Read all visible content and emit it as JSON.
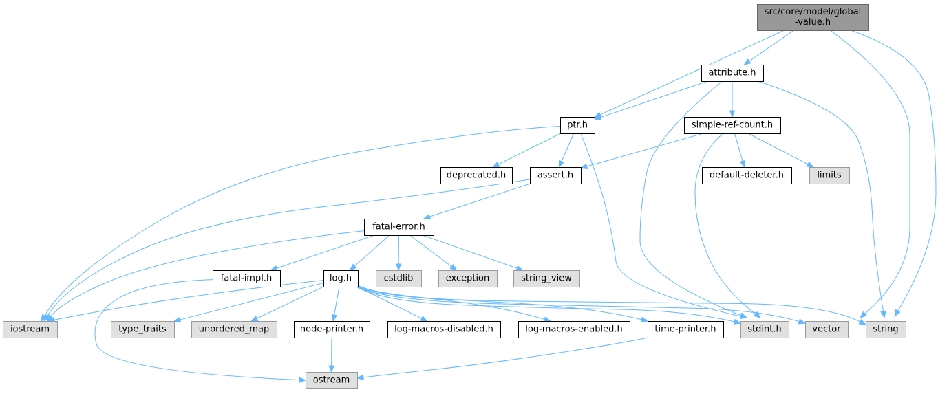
{
  "diagram": {
    "colors": {
      "edge": "#63b8ff",
      "root_fill": "#999999",
      "external_fill": "#e0e0e0",
      "node_fill": "#ffffff"
    },
    "nodes": [
      {
        "id": "global-value",
        "lines": [
          "src/core/model/global",
          "-value.h"
        ],
        "kind": "root"
      },
      {
        "id": "attribute",
        "lines": [
          "attribute.h"
        ],
        "kind": "normal"
      },
      {
        "id": "ptr",
        "lines": [
          "ptr.h"
        ],
        "kind": "normal"
      },
      {
        "id": "simple-ref-count",
        "lines": [
          "simple-ref-count.h"
        ],
        "kind": "normal"
      },
      {
        "id": "deprecated",
        "lines": [
          "deprecated.h"
        ],
        "kind": "normal"
      },
      {
        "id": "assert",
        "lines": [
          "assert.h"
        ],
        "kind": "normal"
      },
      {
        "id": "default-deleter",
        "lines": [
          "default-deleter.h"
        ],
        "kind": "normal"
      },
      {
        "id": "limits",
        "lines": [
          "limits"
        ],
        "kind": "external"
      },
      {
        "id": "fatal-error",
        "lines": [
          "fatal-error.h"
        ],
        "kind": "normal"
      },
      {
        "id": "fatal-impl",
        "lines": [
          "fatal-impl.h"
        ],
        "kind": "normal"
      },
      {
        "id": "log",
        "lines": [
          "log.h"
        ],
        "kind": "normal"
      },
      {
        "id": "cstdlib",
        "lines": [
          "cstdlib"
        ],
        "kind": "external"
      },
      {
        "id": "exception",
        "lines": [
          "exception"
        ],
        "kind": "external"
      },
      {
        "id": "string_view",
        "lines": [
          "string_view"
        ],
        "kind": "external"
      },
      {
        "id": "iostream",
        "lines": [
          "iostream"
        ],
        "kind": "external"
      },
      {
        "id": "type_traits",
        "lines": [
          "type_traits"
        ],
        "kind": "external"
      },
      {
        "id": "unordered_map",
        "lines": [
          "unordered_map"
        ],
        "kind": "external"
      },
      {
        "id": "node-printer",
        "lines": [
          "node-printer.h"
        ],
        "kind": "normal"
      },
      {
        "id": "log-macros-disabled",
        "lines": [
          "log-macros-disabled.h"
        ],
        "kind": "normal"
      },
      {
        "id": "log-macros-enabled",
        "lines": [
          "log-macros-enabled.h"
        ],
        "kind": "normal"
      },
      {
        "id": "time-printer",
        "lines": [
          "time-printer.h"
        ],
        "kind": "normal"
      },
      {
        "id": "stdint",
        "lines": [
          "stdint.h"
        ],
        "kind": "external"
      },
      {
        "id": "vector",
        "lines": [
          "vector"
        ],
        "kind": "external"
      },
      {
        "id": "string",
        "lines": [
          "string"
        ],
        "kind": "external"
      },
      {
        "id": "ostream",
        "lines": [
          "ostream"
        ],
        "kind": "external"
      }
    ],
    "edges": [
      [
        "global-value",
        "attribute"
      ],
      [
        "global-value",
        "ptr"
      ],
      [
        "global-value",
        "vector"
      ],
      [
        "global-value",
        "string"
      ],
      [
        "attribute",
        "ptr"
      ],
      [
        "attribute",
        "simple-ref-count"
      ],
      [
        "attribute",
        "stdint"
      ],
      [
        "attribute",
        "string"
      ],
      [
        "ptr",
        "deprecated"
      ],
      [
        "ptr",
        "assert"
      ],
      [
        "ptr",
        "iostream"
      ],
      [
        "ptr",
        "stdint"
      ],
      [
        "simple-ref-count",
        "assert"
      ],
      [
        "simple-ref-count",
        "default-deleter"
      ],
      [
        "simple-ref-count",
        "limits"
      ],
      [
        "simple-ref-count",
        "stdint"
      ],
      [
        "assert",
        "fatal-error"
      ],
      [
        "assert",
        "iostream"
      ],
      [
        "fatal-error",
        "fatal-impl"
      ],
      [
        "fatal-error",
        "log"
      ],
      [
        "fatal-error",
        "cstdlib"
      ],
      [
        "fatal-error",
        "exception"
      ],
      [
        "fatal-error",
        "string_view"
      ],
      [
        "fatal-error",
        "iostream"
      ],
      [
        "fatal-impl",
        "ostream"
      ],
      [
        "log",
        "iostream"
      ],
      [
        "log",
        "type_traits"
      ],
      [
        "log",
        "unordered_map"
      ],
      [
        "log",
        "node-printer"
      ],
      [
        "log",
        "log-macros-disabled"
      ],
      [
        "log",
        "log-macros-enabled"
      ],
      [
        "log",
        "time-printer"
      ],
      [
        "log",
        "stdint"
      ],
      [
        "log",
        "vector"
      ],
      [
        "log",
        "string"
      ],
      [
        "node-printer",
        "ostream"
      ],
      [
        "time-printer",
        "ostream"
      ]
    ]
  }
}
